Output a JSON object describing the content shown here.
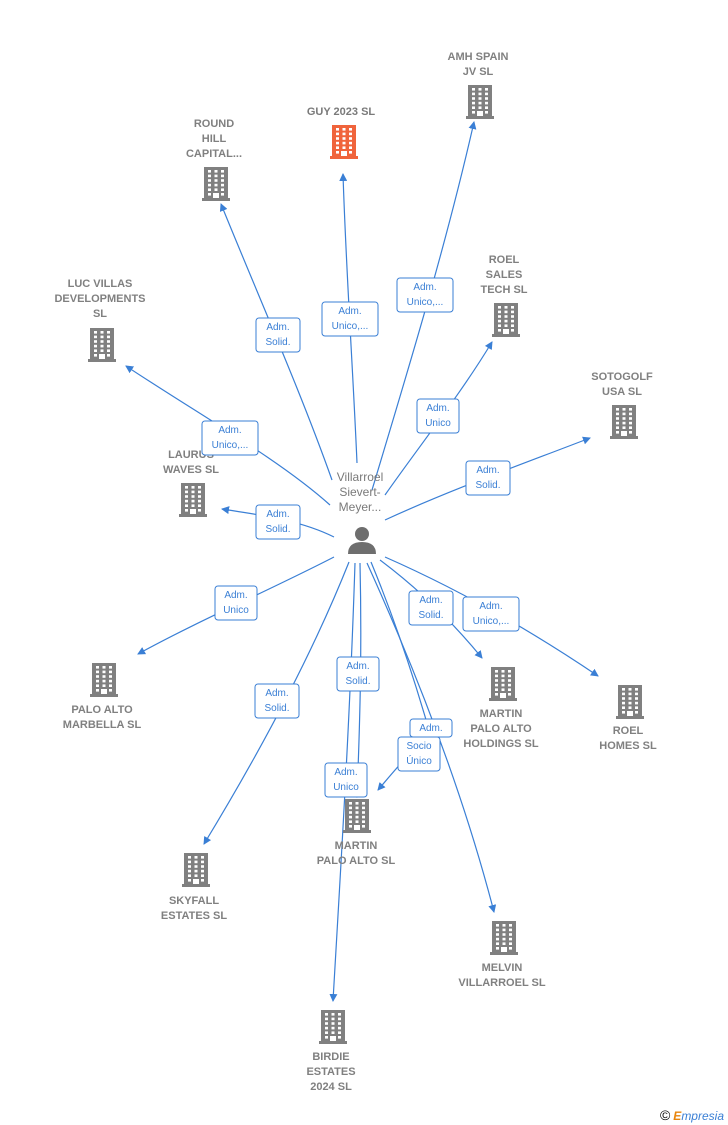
{
  "colors": {
    "edge": "#3a7fd5",
    "building": "#808080",
    "highlight": "#f0643c",
    "label": "#808080",
    "brand": "#e8850c"
  },
  "person": {
    "lines": [
      "Villarroel",
      "Sievert-",
      "Meyer..."
    ]
  },
  "companies": [
    {
      "id": "guy2023",
      "lines": [
        "GUY 2023  SL"
      ],
      "highlight": true
    },
    {
      "id": "amh",
      "lines": [
        "AMH SPAIN",
        "JV  SL"
      ]
    },
    {
      "id": "round",
      "lines": [
        "ROUND",
        "HILL",
        "CAPITAL..."
      ]
    },
    {
      "id": "roel_sales",
      "lines": [
        "ROEL",
        "SALES",
        "TECH  SL"
      ]
    },
    {
      "id": "luc",
      "lines": [
        "LUC VILLAS",
        "DEVELOPMENTS",
        "SL"
      ]
    },
    {
      "id": "sotogolf",
      "lines": [
        "SOTOGOLF",
        "USA SL"
      ]
    },
    {
      "id": "laurus",
      "lines": [
        "LAURUS",
        "WAVES  SL"
      ]
    },
    {
      "id": "palo_marbella",
      "lines": [
        "PALO ALTO",
        "MARBELLA  SL"
      ]
    },
    {
      "id": "martin_hold",
      "lines": [
        "MARTIN",
        "PALO ALTO",
        "HOLDINGS  SL"
      ]
    },
    {
      "id": "roel_homes",
      "lines": [
        "ROEL",
        "HOMES  SL"
      ]
    },
    {
      "id": "martin_pa",
      "lines": [
        "MARTIN",
        "PALO ALTO  SL"
      ]
    },
    {
      "id": "skyfall",
      "lines": [
        "SKYFALL",
        "ESTATES  SL"
      ]
    },
    {
      "id": "melvin",
      "lines": [
        "MELVIN",
        "VILLARROEL SL"
      ]
    },
    {
      "id": "birdie",
      "lines": [
        "BIRDIE",
        "ESTATES",
        "2024  SL"
      ]
    }
  ],
  "edges": [
    {
      "id": "e_guy",
      "target": "guy2023",
      "lines": [
        "Adm.",
        "Unico,..."
      ]
    },
    {
      "id": "e_amh",
      "target": "amh",
      "lines": [
        "Adm.",
        "Unico,..."
      ]
    },
    {
      "id": "e_round",
      "target": "round",
      "lines": [
        "Adm.",
        "Solid."
      ]
    },
    {
      "id": "e_roel_sales",
      "target": "roel_sales",
      "lines": [
        "Adm.",
        "Unico"
      ]
    },
    {
      "id": "e_luc",
      "target": "luc",
      "lines": [
        "Adm.",
        "Unico,..."
      ]
    },
    {
      "id": "e_sotogolf",
      "target": "sotogolf",
      "lines": [
        "Adm.",
        "Solid."
      ]
    },
    {
      "id": "e_laurus",
      "target": "laurus",
      "lines": [
        "Adm.",
        "Solid."
      ]
    },
    {
      "id": "e_palo_marbella",
      "target": "palo_marbella",
      "lines": [
        "Adm.",
        "Unico"
      ]
    },
    {
      "id": "e_martin_hold",
      "target": "martin_hold",
      "lines": [
        "Adm.",
        "Solid."
      ]
    },
    {
      "id": "e_roel_homes",
      "target": "roel_homes",
      "lines": [
        "Adm.",
        "Unico,..."
      ]
    },
    {
      "id": "e_skyfall",
      "target": "skyfall",
      "lines": [
        "Adm.",
        "Solid."
      ]
    },
    {
      "id": "e_martin_pa_a",
      "target": "martin_pa",
      "lines": [
        "Adm.",
        "Solid."
      ]
    },
    {
      "id": "e_martin_pa_b",
      "target": "martin_pa",
      "lines": [
        "Adm."
      ]
    },
    {
      "id": "e_martin_pa_c",
      "target": "martin_pa",
      "lines": [
        "Socio",
        "Único"
      ]
    },
    {
      "id": "e_melvin",
      "target": "melvin",
      "lines": []
    },
    {
      "id": "e_birdie",
      "target": "birdie",
      "lines": [
        "Adm.",
        "Unico"
      ]
    }
  ],
  "footer": {
    "copyright": "©",
    "brand_initial": "E",
    "brand_rest": "mpresia"
  }
}
